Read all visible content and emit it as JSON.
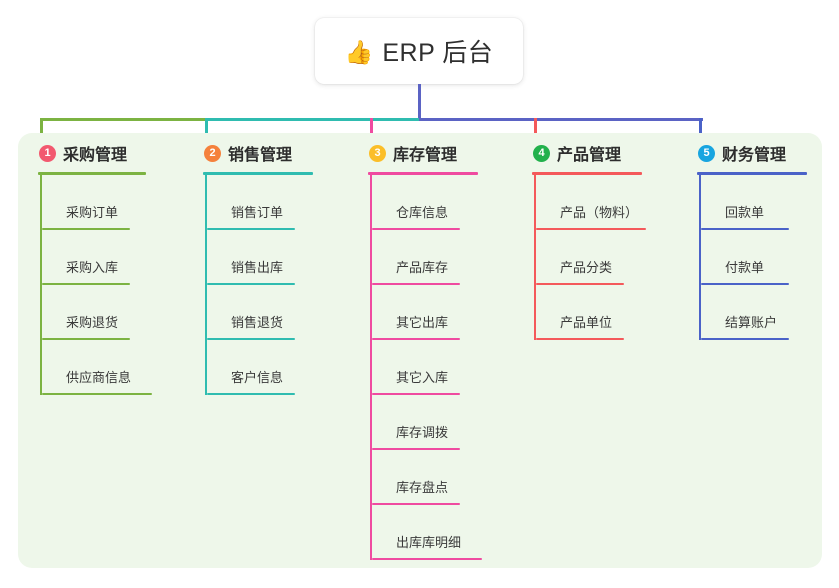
{
  "diagram": {
    "type": "mindmap-tree",
    "root": {
      "icon": "thumbs-up-icon",
      "emoji": "👍",
      "title": "ERP 后台"
    },
    "panel_color": "#eef7ea",
    "trunk_color": "#5b63c4",
    "columns": [
      {
        "number": "1",
        "title": "采购管理",
        "badge_color": "#f2596f",
        "line_color": "#7cb342",
        "items": [
          {
            "label": "采购订单"
          },
          {
            "label": "采购入库"
          },
          {
            "label": "采购退货"
          },
          {
            "label": "供应商信息"
          }
        ]
      },
      {
        "number": "2",
        "title": "销售管理",
        "badge_color": "#f5813c",
        "line_color": "#2fbcb0",
        "items": [
          {
            "label": "销售订单"
          },
          {
            "label": "销售出库"
          },
          {
            "label": "销售退货"
          },
          {
            "label": "客户信息"
          }
        ]
      },
      {
        "number": "3",
        "title": "库存管理",
        "badge_color": "#fbbe28",
        "line_color": "#ef4ba0",
        "items": [
          {
            "label": "仓库信息"
          },
          {
            "label": "产品库存"
          },
          {
            "label": "其它出库"
          },
          {
            "label": "其它入库"
          },
          {
            "label": "库存调拨"
          },
          {
            "label": "库存盘点"
          },
          {
            "label": "出库库明细"
          }
        ]
      },
      {
        "number": "4",
        "title": "产品管理",
        "badge_color": "#22b14c",
        "line_color": "#f4595b",
        "items": [
          {
            "label": "产品（物料）"
          },
          {
            "label": "产品分类"
          },
          {
            "label": "产品单位"
          }
        ]
      },
      {
        "number": "5",
        "title": "财务管理",
        "badge_color": "#18a5e0",
        "line_color": "#4a62c8",
        "items": [
          {
            "label": "回款单"
          },
          {
            "label": "付款单"
          },
          {
            "label": "结算账户"
          }
        ]
      }
    ]
  }
}
